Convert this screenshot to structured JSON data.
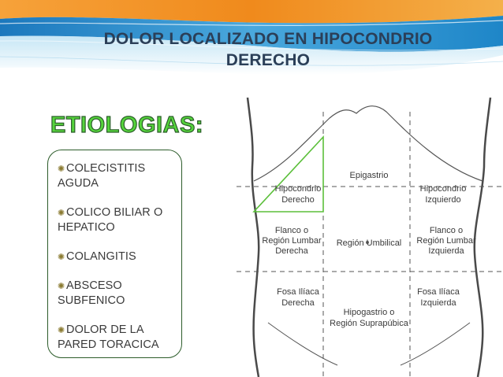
{
  "title": {
    "line1": "DOLOR LOCALIZADO EN HIPOCONDRIO",
    "line2": "DERECHO"
  },
  "heading": "ETIOLOGIAS:",
  "etiologies": [
    {
      "line1": "COLECISTITIS",
      "line2": "AGUDA"
    },
    {
      "line1": "COLICO BILIAR O",
      "line2": "HEPATICO"
    },
    {
      "line1": "COLANGITIS",
      "line2": ""
    },
    {
      "line1": "ABSCESO",
      "line2": "SUBFENICO"
    },
    {
      "line1": "DOLOR DE LA",
      "line2": "PARED TORACICA"
    }
  ],
  "diagram": {
    "regions": {
      "epigastrio": "Epigastrio",
      "hipocondrio_derecho": [
        "Hipocondrio",
        "Derecho"
      ],
      "hipocondrio_izquierdo": [
        "Hipocondrio",
        "Izquierdo"
      ],
      "flanco_derecho": [
        "Flanco o",
        "Región Lumbar",
        "Derecha"
      ],
      "umbilical": "Región Umbilical",
      "flanco_izquierdo": [
        "Flanco o",
        "Región Lumbar",
        "Izquierda"
      ],
      "fosa_derecha": [
        "Fosa Ilíaca",
        "Derecha"
      ],
      "hipogastrio": [
        "Hipogastrio o",
        "Región Suprapúbica"
      ],
      "fosa_izquierda": [
        "Fosa Ilíaca",
        "Izquierda"
      ]
    },
    "highlight_color": "#5bbf3a"
  },
  "colors": {
    "title": "#2b3f58",
    "heading_fill": "#55d43c",
    "heading_stroke": "#2b5d2a",
    "box_border": "#2c5c2a",
    "banner_orange": "#f08a1c",
    "banner_blue": "#1f86c8"
  }
}
